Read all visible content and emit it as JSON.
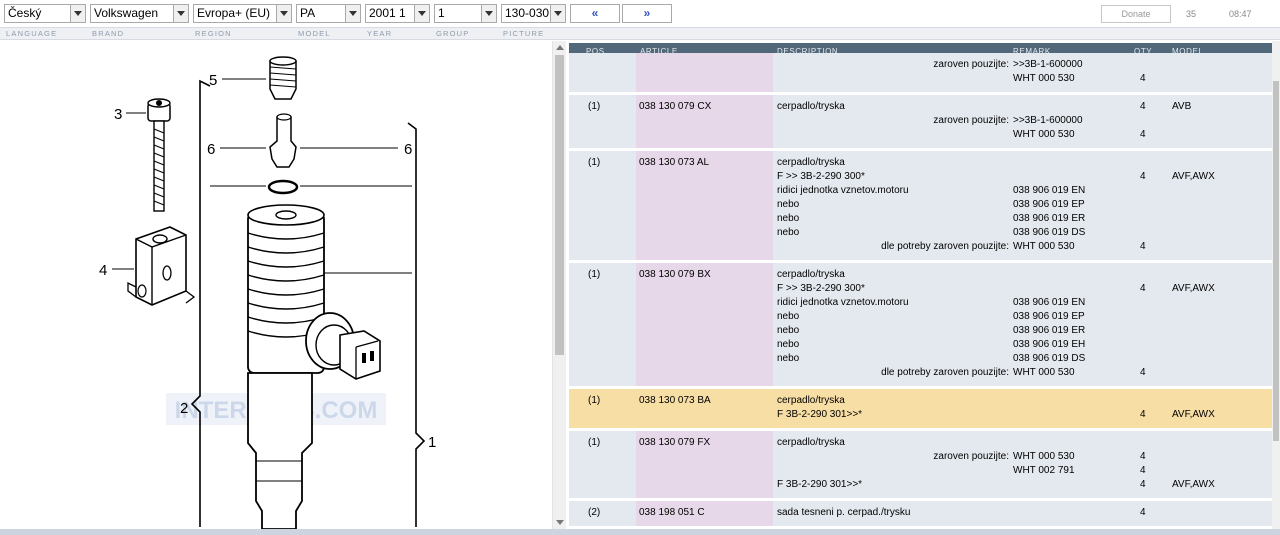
{
  "selectors": {
    "language": "Český",
    "brand": "Volkswagen",
    "region": "Evropa+ (EU)",
    "model": "PA",
    "year": "2001  1",
    "group": "1",
    "picture": "130-030"
  },
  "nav": {
    "prev": "«",
    "next": "»"
  },
  "donate": "Donate",
  "counter": "35",
  "clock": "08:47",
  "labels": {
    "language": "LANGUAGE",
    "brand": "BRAND",
    "region": "REGION",
    "model": "MODEL",
    "year": "YEAR",
    "group": "GROUP",
    "picture": "PICTURE"
  },
  "diagram": {
    "callouts": [
      "5",
      "3",
      "6",
      "6",
      "4",
      "2",
      "1"
    ],
    "watermark": "INTERCARS.COM"
  },
  "table": {
    "headers": {
      "pos": "POS",
      "article": "ARTICLE",
      "description": "DESCRIPTION",
      "remark": "REMARK",
      "qty": "QTY",
      "model": "MODEL"
    },
    "rows": [
      {
        "pos": "",
        "article": "",
        "highlight": false,
        "lines": [
          {
            "desc": "",
            "remark_pre": "zaroven pouzijte:",
            "remark": ">>3B-1-600000",
            "qty": "",
            "model": ""
          },
          {
            "desc": "",
            "remark_pre": "",
            "remark": "WHT 000 530",
            "qty": "4",
            "model": ""
          }
        ]
      },
      {
        "pos": "(1)",
        "article": "038 130 079 CX",
        "highlight": false,
        "lines": [
          {
            "desc": "cerpadlo/tryska",
            "remark_pre": "",
            "remark": "",
            "qty": "4",
            "model": "AVB"
          },
          {
            "desc": "",
            "remark_pre": "zaroven pouzijte:",
            "remark": ">>3B-1-600000",
            "qty": "",
            "model": ""
          },
          {
            "desc": "",
            "remark_pre": "",
            "remark": "WHT 000 530",
            "qty": "4",
            "model": ""
          }
        ]
      },
      {
        "pos": "(1)",
        "article": "038 130 073 AL",
        "highlight": false,
        "lines": [
          {
            "desc": "cerpadlo/tryska",
            "remark_pre": "",
            "remark": "",
            "qty": "",
            "model": ""
          },
          {
            "desc": "F           >> 3B-2-290 300*",
            "remark_pre": "",
            "remark": "",
            "qty": "4",
            "model": "AVF,AWX"
          },
          {
            "desc": "ridici jednotka vznetov.motoru",
            "remark_pre": "",
            "remark": "038 906 019 EN",
            "qty": "",
            "model": ""
          },
          {
            "desc": "nebo",
            "remark_pre": "",
            "remark": "038 906 019 EP",
            "qty": "",
            "model": ""
          },
          {
            "desc": "nebo",
            "remark_pre": "",
            "remark": "038 906 019 ER",
            "qty": "",
            "model": ""
          },
          {
            "desc": "nebo",
            "remark_pre": "",
            "remark": "038 906 019 DS",
            "qty": "",
            "model": ""
          },
          {
            "desc": "",
            "remark_pre": "dle potreby zaroven pouzijte:",
            "remark": "WHT 000 530",
            "qty": "4",
            "model": ""
          }
        ]
      },
      {
        "pos": "(1)",
        "article": "038 130 079 BX",
        "highlight": false,
        "lines": [
          {
            "desc": "cerpadlo/tryska",
            "remark_pre": "",
            "remark": "",
            "qty": "",
            "model": ""
          },
          {
            "desc": "F           >> 3B-2-290 300*",
            "remark_pre": "",
            "remark": "",
            "qty": "4",
            "model": "AVF,AWX"
          },
          {
            "desc": "ridici jednotka vznetov.motoru",
            "remark_pre": "",
            "remark": "038 906 019 EN",
            "qty": "",
            "model": ""
          },
          {
            "desc": "nebo",
            "remark_pre": "",
            "remark": "038 906 019 EP",
            "qty": "",
            "model": ""
          },
          {
            "desc": "nebo",
            "remark_pre": "",
            "remark": "038 906 019 ER",
            "qty": "",
            "model": ""
          },
          {
            "desc": "nebo",
            "remark_pre": "",
            "remark": "038 906 019 EH",
            "qty": "",
            "model": ""
          },
          {
            "desc": "nebo",
            "remark_pre": "",
            "remark": "038 906 019 DS",
            "qty": "",
            "model": ""
          },
          {
            "desc": "",
            "remark_pre": "dle potreby zaroven pouzijte:",
            "remark": "WHT 000 530",
            "qty": "4",
            "model": ""
          }
        ]
      },
      {
        "pos": "(1)",
        "article": "038 130 073 BA",
        "highlight": true,
        "lines": [
          {
            "desc": "cerpadlo/tryska",
            "remark_pre": "",
            "remark": "",
            "qty": "",
            "model": ""
          },
          {
            "desc": "F 3B-2-290 301>>*",
            "remark_pre": "",
            "remark": "",
            "qty": "4",
            "model": "AVF,AWX"
          }
        ]
      },
      {
        "pos": "(1)",
        "article": "038 130 079 FX",
        "highlight": false,
        "lines": [
          {
            "desc": "cerpadlo/tryska",
            "remark_pre": "",
            "remark": "",
            "qty": "",
            "model": ""
          },
          {
            "desc": "",
            "remark_pre": "zaroven pouzijte:",
            "remark": "WHT 000 530",
            "qty": "4",
            "model": ""
          },
          {
            "desc": "",
            "remark_pre": "",
            "remark": "WHT 002 791",
            "qty": "4",
            "model": ""
          },
          {
            "desc": "F 3B-2-290 301>>*",
            "remark_pre": "",
            "remark": "",
            "qty": "4",
            "model": "AVF,AWX"
          }
        ]
      },
      {
        "pos": "(2)",
        "article": "038 198 051 C",
        "highlight": false,
        "lines": [
          {
            "desc": "sada tesneni p. cerpad./trysku",
            "remark_pre": "",
            "remark": "",
            "qty": "4",
            "model": ""
          }
        ]
      }
    ]
  }
}
